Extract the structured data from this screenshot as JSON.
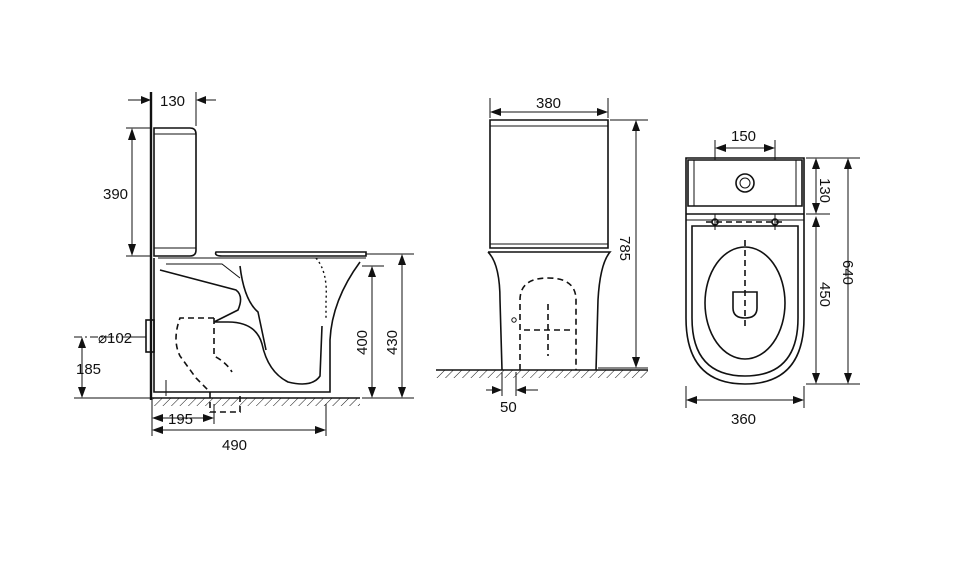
{
  "dimensions": {
    "side": {
      "tank_depth": "130",
      "tank_height": "390",
      "outlet_diameter": "⌀102",
      "outlet_height": "185",
      "outlet_offset": "195",
      "overall_depth": "490",
      "seat_height": "400",
      "bowl_height": "430"
    },
    "front": {
      "width": "380",
      "overall_height": "785",
      "foot_offset": "50"
    },
    "top": {
      "hole_spacing": "150",
      "tank_depth": "130",
      "bowl_length": "450",
      "overall_length": "640",
      "overall_width": "360"
    }
  }
}
